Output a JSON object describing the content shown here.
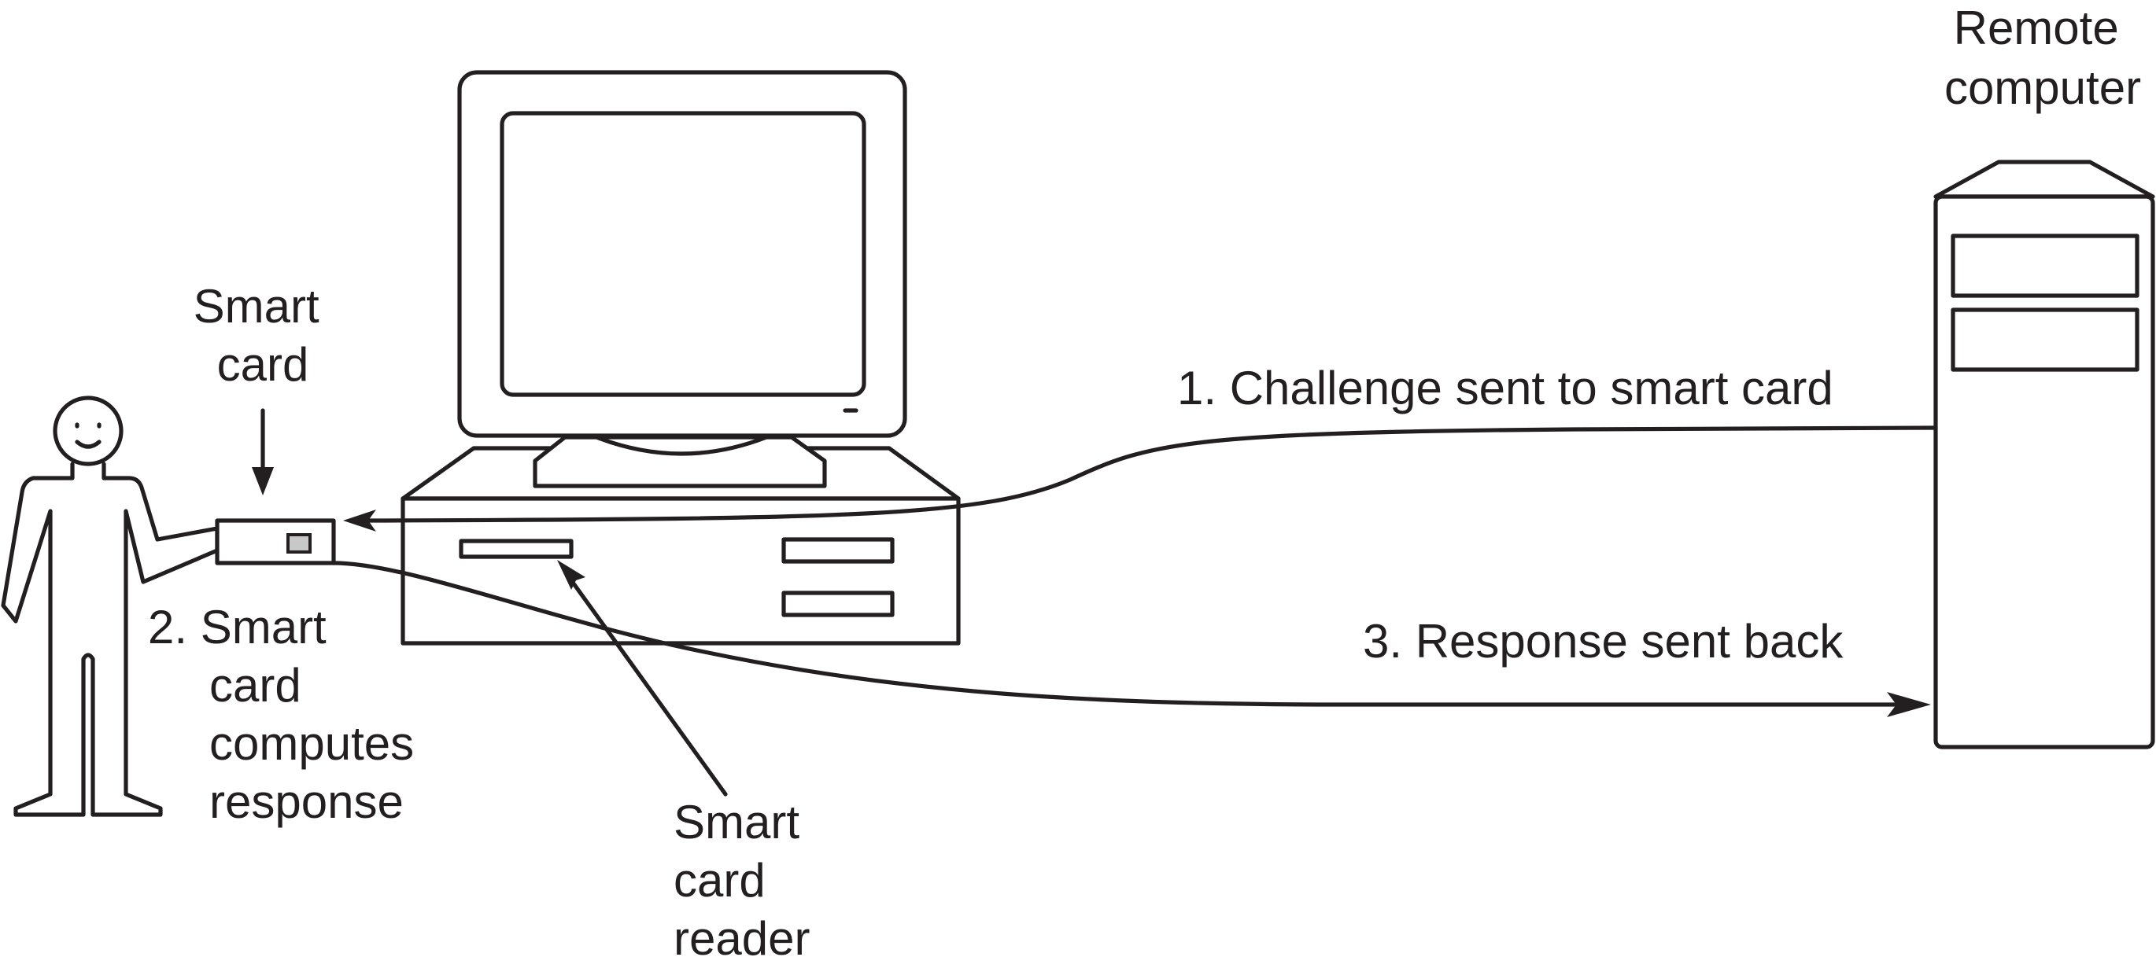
{
  "labels": {
    "remote_computer": [
      "Remote",
      "computer"
    ],
    "smart_card": [
      "Smart",
      "card"
    ],
    "challenge": "1. Challenge sent to smart card",
    "computes": [
      "2. Smart",
      "card",
      "computes",
      "response"
    ],
    "response": "3. Response sent back",
    "reader": [
      "Smart",
      "card",
      "reader"
    ]
  },
  "colors": {
    "ink": "#231f20",
    "card_chip": "#c8c8c8"
  }
}
